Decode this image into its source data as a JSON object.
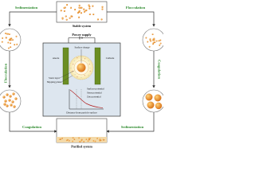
{
  "labels": {
    "stable_system": "Stable system",
    "purified_system": "Purified system",
    "power_supply": "Power supply",
    "surface_charge": "Surface charge",
    "anode": "Anode",
    "cathode": "Cathode",
    "stern_layer": "Stern layer",
    "slipping_plane": "Slipping plane",
    "surface_potential": "Surface potential",
    "stern_potential": "Stern potential",
    "zeta_potential": "Zeta potential",
    "distance": "Distance from particle surface"
  },
  "arrows": {
    "top_left": "Sedimentation",
    "top_right": "Flocculation",
    "mid_left": "Flocculation",
    "mid_right": "Coagulation",
    "bottom_left": "Coagulation",
    "bottom_right": "Sedimentation"
  },
  "colors": {
    "green": "#2e8b2e",
    "particle": "#e8891e",
    "cell_fill": "#dde6ef",
    "anode": "#6b8e23",
    "cathode": "#6b8e23"
  }
}
